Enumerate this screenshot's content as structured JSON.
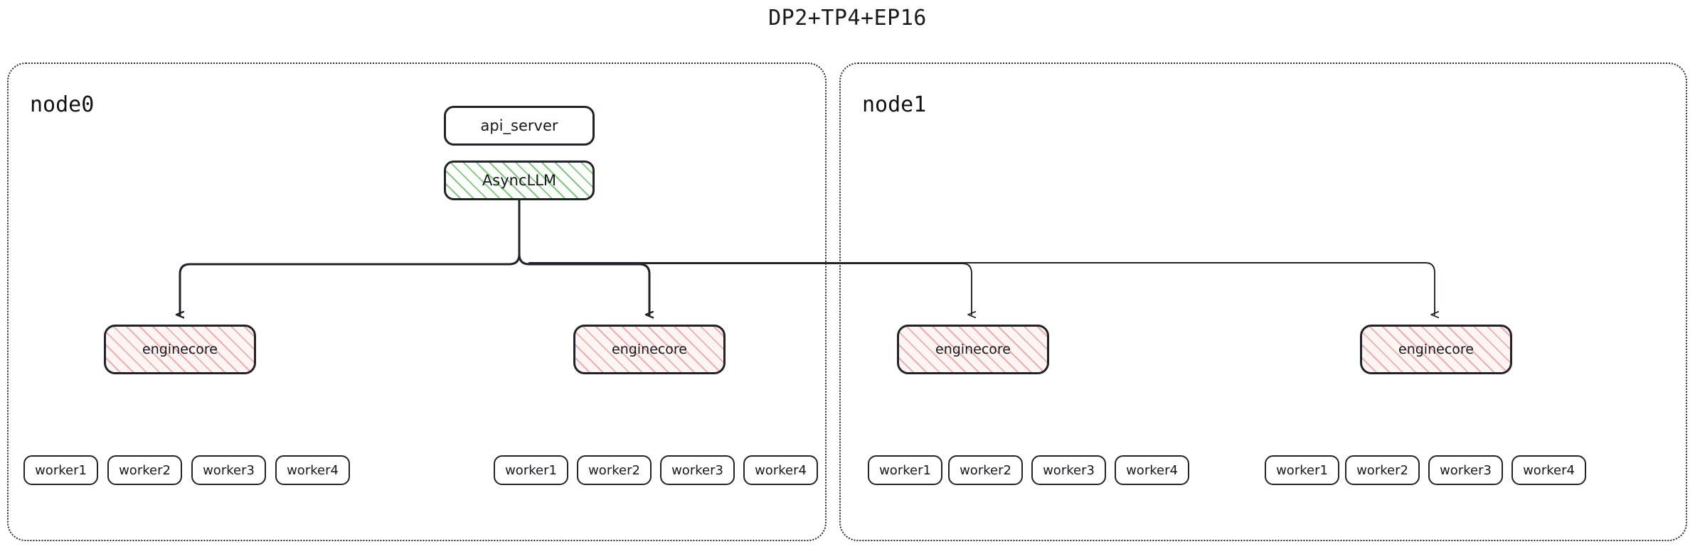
{
  "title": "DP2+TP4+EP16",
  "colors": {
    "stroke": "#20242a",
    "container_border": "#2b2b2b",
    "async_hatch": "#6abf69",
    "engine_hatch": "#e89696",
    "engine_fill": "#fdf4f4",
    "async_fill": "#fbfefb",
    "text": "#15181c",
    "background": "#ffffff"
  },
  "nodes": [
    {
      "id": "node0",
      "label": "node0",
      "services": [
        {
          "name": "api_server",
          "label": "api_server",
          "style": "plain"
        },
        {
          "name": "AsyncLLM",
          "label": "AsyncLLM",
          "style": "green-hatch"
        }
      ],
      "enginecores": [
        {
          "label": "enginecore"
        },
        {
          "label": "enginecore"
        }
      ],
      "worker_groups": [
        {
          "workers": [
            "worker1",
            "worker2",
            "worker3",
            "worker4"
          ]
        },
        {
          "workers": [
            "worker1",
            "worker2",
            "worker3",
            "worker4"
          ]
        }
      ]
    },
    {
      "id": "node1",
      "label": "node1",
      "services": [],
      "enginecores": [
        {
          "label": "enginecore"
        },
        {
          "label": "enginecore"
        }
      ],
      "worker_groups": [
        {
          "workers": [
            "worker1",
            "worker2",
            "worker3",
            "worker4"
          ]
        },
        {
          "workers": [
            "worker1",
            "worker2",
            "worker3",
            "worker4"
          ]
        }
      ]
    }
  ],
  "connections": {
    "source": "AsyncLLM",
    "targets": [
      "node0.enginecore1",
      "node0.enginecore2",
      "node1.enginecore1",
      "node1.enginecore2"
    ],
    "arrow_style": "orthogonal-bus-with-arrowheads"
  }
}
